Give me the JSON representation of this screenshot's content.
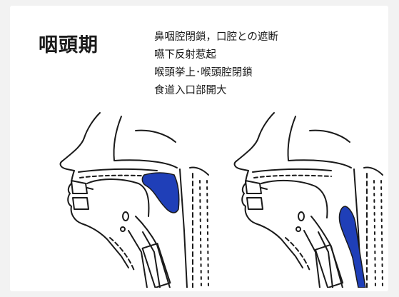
{
  "title": "咽頭期",
  "notes": [
    "鼻咽腔閉鎖，口腔との遮断",
    "嚥下反射惹起",
    "喉頭挙上･喉頭腔閉鎖",
    "食道入口部開大"
  ],
  "colors": {
    "bolus": "#1f3fb8",
    "outline": "#1a1a1a",
    "background": "#ffffff"
  },
  "figures": [
    {
      "name": "sagittal-head-left",
      "bolus_region": "oropharynx"
    },
    {
      "name": "sagittal-head-right",
      "bolus_region": "pharynx-to-esophagus"
    }
  ]
}
